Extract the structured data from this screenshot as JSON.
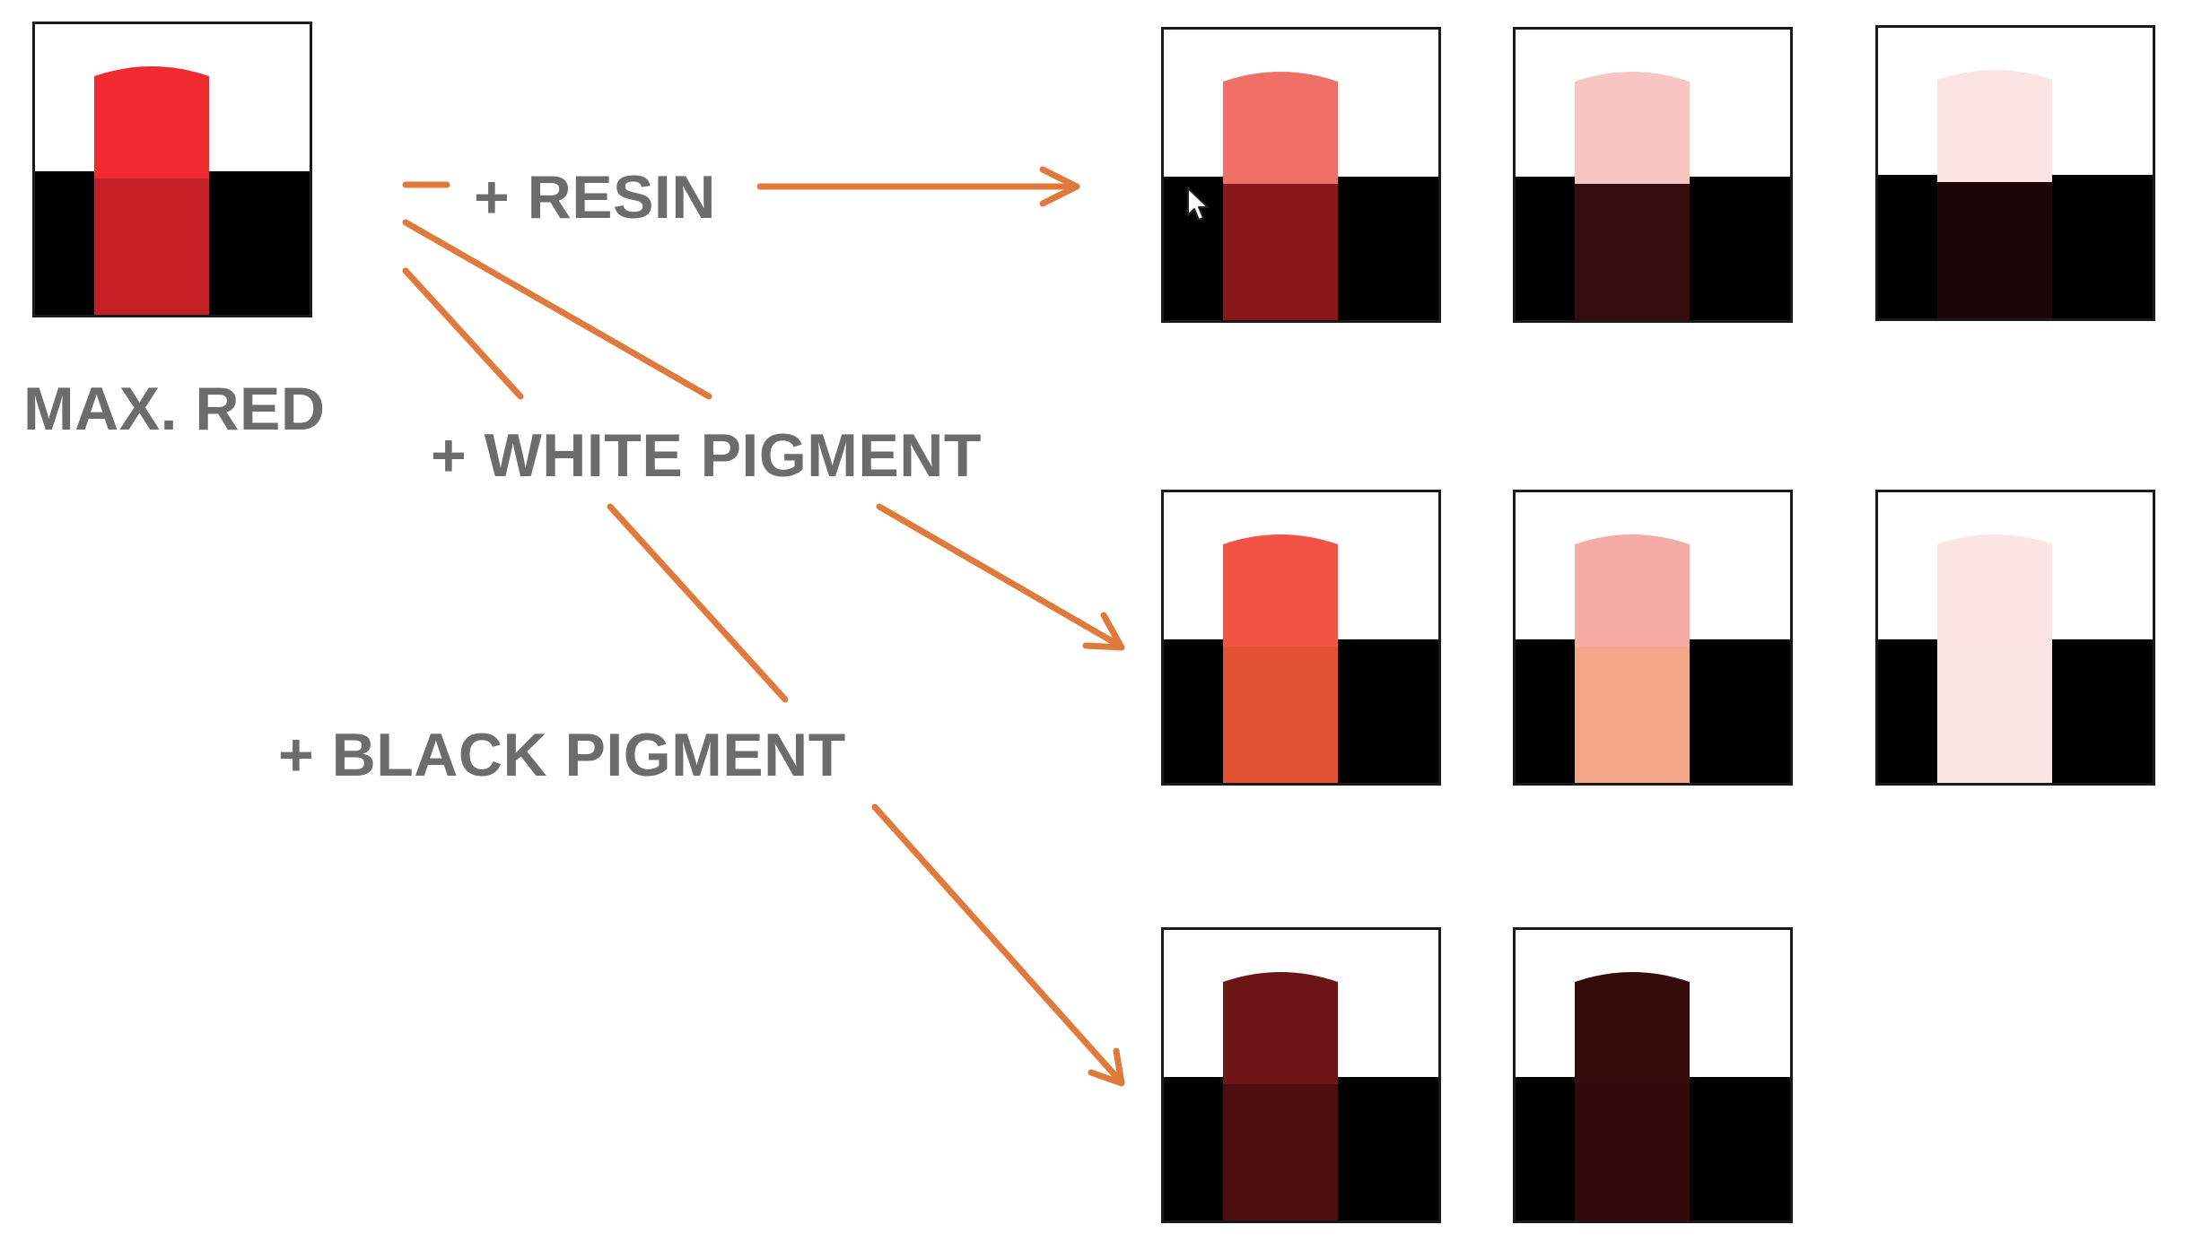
{
  "labels": {
    "source": "MAX. RED",
    "resin": "+ RESIN",
    "white": "+ WHITE PIGMENT",
    "black": "+ BLACK PIGMENT"
  },
  "colors": {
    "arrow": "#e07a3c",
    "label_text": "#6c6c6c",
    "frame": "#1a1a1a",
    "black_band": "#000000"
  },
  "swatches": [
    {
      "id": "max-red",
      "top": "#f02a30",
      "bottom": "#c42026"
    },
    {
      "id": "resin-1",
      "top": "#f07068",
      "bottom": "#8a181b"
    },
    {
      "id": "resin-2",
      "top": "#f8c6c2",
      "bottom": "#360c0e"
    },
    {
      "id": "resin-3",
      "top": "#fce4e2",
      "bottom": "#1c0607"
    },
    {
      "id": "white-1",
      "top": "#f25346",
      "bottom": "#e05232"
    },
    {
      "id": "white-2",
      "top": "#f5aba6",
      "bottom": "#f5a78a"
    },
    {
      "id": "white-3",
      "top": "#fce5e4",
      "bottom": "#fbe5e4"
    },
    {
      "id": "black-1",
      "top": "#6c1416",
      "bottom": "#4e0d0f"
    },
    {
      "id": "black-2",
      "top": "#360b0c",
      "bottom": "#320a0b"
    }
  ]
}
